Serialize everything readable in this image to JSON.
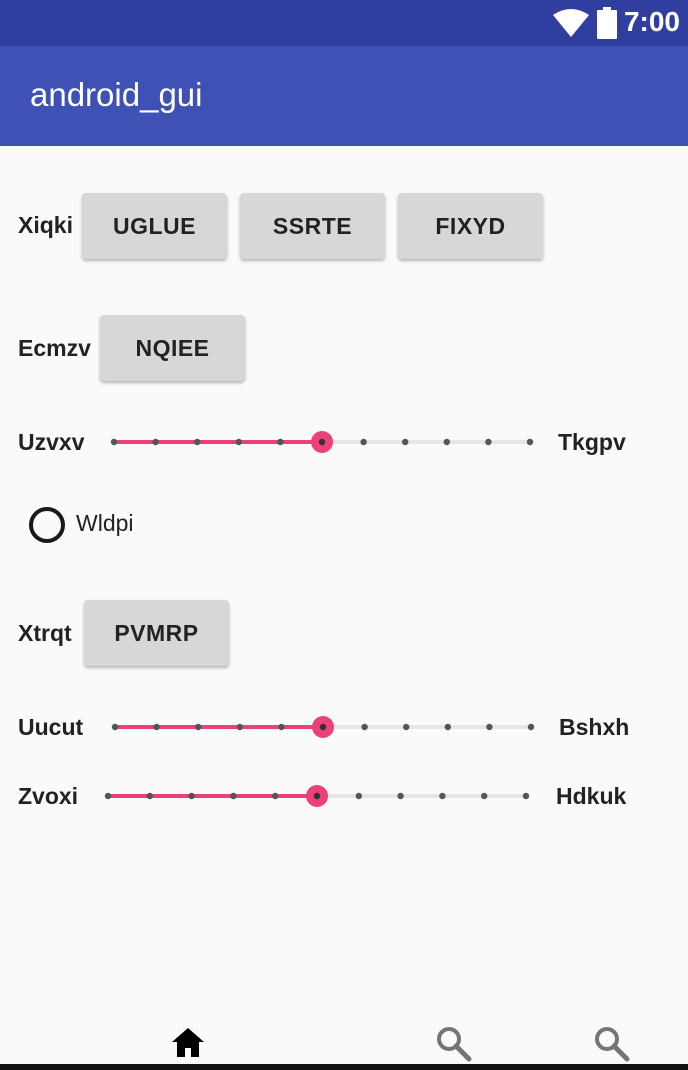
{
  "status_bar": {
    "time": "7:00",
    "icons": [
      "wifi-icon",
      "battery-icon"
    ]
  },
  "app_bar": {
    "title": "android_gui"
  },
  "rows": {
    "xiqki": {
      "label": "Xiqki",
      "buttons": [
        "UGLUE",
        "SSRTE",
        "FIXYD"
      ]
    },
    "ecmzv": {
      "label": "Ecmzv",
      "button": "NQIEE"
    },
    "xtrqt": {
      "label": "Xtrqt",
      "button": "PVMRP"
    }
  },
  "sliders": [
    {
      "start_label": "Uzvxv",
      "end_label": "Tkgpv",
      "value": 5,
      "max": 10
    },
    {
      "start_label": "Uucut",
      "end_label": "Bshxh",
      "value": 5,
      "max": 10
    },
    {
      "start_label": "Zvoxi",
      "end_label": "Hdkuk",
      "value": 5,
      "max": 10
    }
  ],
  "radio": {
    "label": "Wldpi",
    "checked": false
  },
  "bottom_nav": [
    {
      "icon": "home-icon",
      "selected": true
    },
    {
      "icon": "search-icon",
      "selected": false
    },
    {
      "icon": "search-icon",
      "selected": false
    }
  ],
  "colors": {
    "status_bar": "#303f9f",
    "app_bar": "#3f51b5",
    "accent": "#ec407a",
    "button": "#d7d7d7"
  }
}
